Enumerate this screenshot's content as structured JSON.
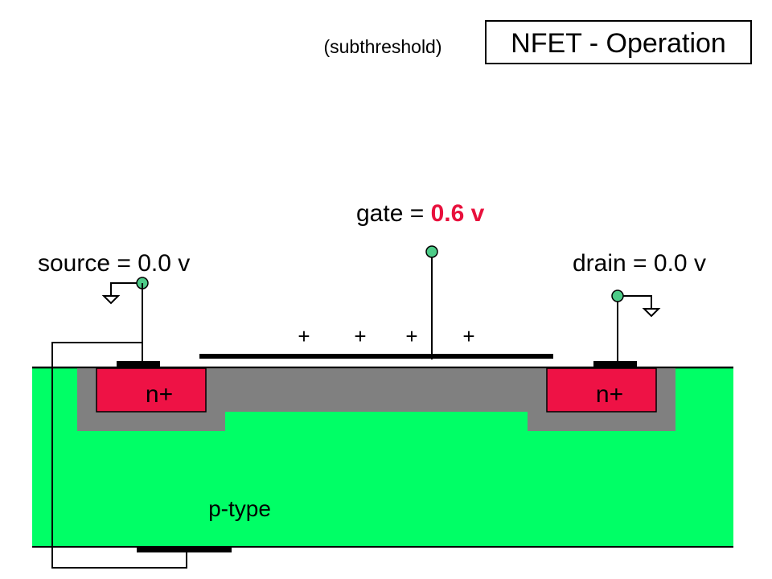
{
  "header": {
    "mode_label": "(subthreshold)",
    "title": "NFET - Operation"
  },
  "terminals": {
    "source": {
      "prefix": "source = ",
      "value": "0.0 v"
    },
    "gate": {
      "prefix": "gate = ",
      "value": "0.6 v",
      "value_color": "#e8103c"
    },
    "drain": {
      "prefix": "drain = ",
      "value": "0.0 v"
    }
  },
  "device": {
    "gate_charges": [
      "+",
      "+",
      "+",
      "+"
    ],
    "source_region_label": "n+",
    "drain_region_label": "n+",
    "substrate_label": "p-type"
  },
  "colors": {
    "substrate": "#00ff66",
    "depletion": "#808080",
    "n_plus": "#ee1245",
    "terminal_node": "#4dcc88",
    "gate_value": "#e8103c"
  }
}
